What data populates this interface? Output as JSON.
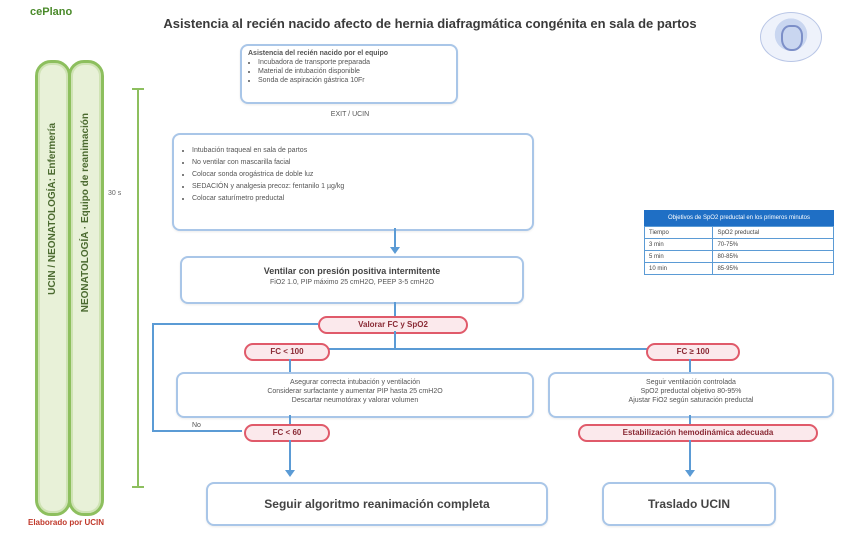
{
  "title": "Asistencia al recién nacido afecto de hernia diafragmática congénita en sala de partos",
  "logo_left": "cePlano",
  "pillars": {
    "left": "UCIN / NEONATOLOGÍA: Enfermería",
    "right": "NEONATOLOGÍA · Equipo de reanimación"
  },
  "footer": "Elaborado por UCIN",
  "vertical_label": "30 s",
  "top_box": {
    "header": "Asistencia del recién nacido por el equipo",
    "items": [
      "Incubadora de transporte preparada",
      "Material de intubación disponible",
      "Sonda de aspiración gástrica 10Fr"
    ]
  },
  "caption1": "EXIT / UCIN",
  "box2_items": [
    "Intubación traqueal en sala de partos",
    "No ventilar con mascarilla facial",
    "Colocar sonda orogástrica de doble luz",
    "SEDACIÓN y analgesia precoz: fentanilo 1 µg/kg",
    "Colocar saturímetro preductal"
  ],
  "box3": {
    "title": "Ventilar con presión positiva intermitente",
    "subtitle": "FiO2 1.0, PIP máximo 25 cmH2O, PEEP 3-5 cmH2O"
  },
  "pill_center": "Valorar FC y SpO2",
  "pill_left": "FC < 100",
  "pill_right": "FC ≥ 100",
  "box_left": {
    "line1": "Asegurar correcta intubación y ventilación",
    "line2": "Considerar surfactante y aumentar PIP hasta 25 cmH2O",
    "line3": "Descartar neumotórax y valorar volumen"
  },
  "box_right": {
    "line1": "Seguir ventilación controlada",
    "line2": "SpO2 preductal objetivo 80-95%",
    "line3": "Ajustar FiO2 según saturación preductal"
  },
  "loop_label": "No",
  "pill_left2": "FC < 60",
  "pill_right2": "Estabilización hemodinámica adecuada",
  "final_left": "Seguir algoritmo reanimación completa",
  "final_right": "Traslado UCIN",
  "table": {
    "header": "Objetivos de SpO2 preductal en los primeros minutos",
    "col1": "Tiempo",
    "col2": "SpO2 preductal",
    "rows": [
      [
        "3 min",
        "70-75%"
      ],
      [
        "5 min",
        "80-85%"
      ],
      [
        "10 min",
        "85-95%"
      ]
    ]
  }
}
